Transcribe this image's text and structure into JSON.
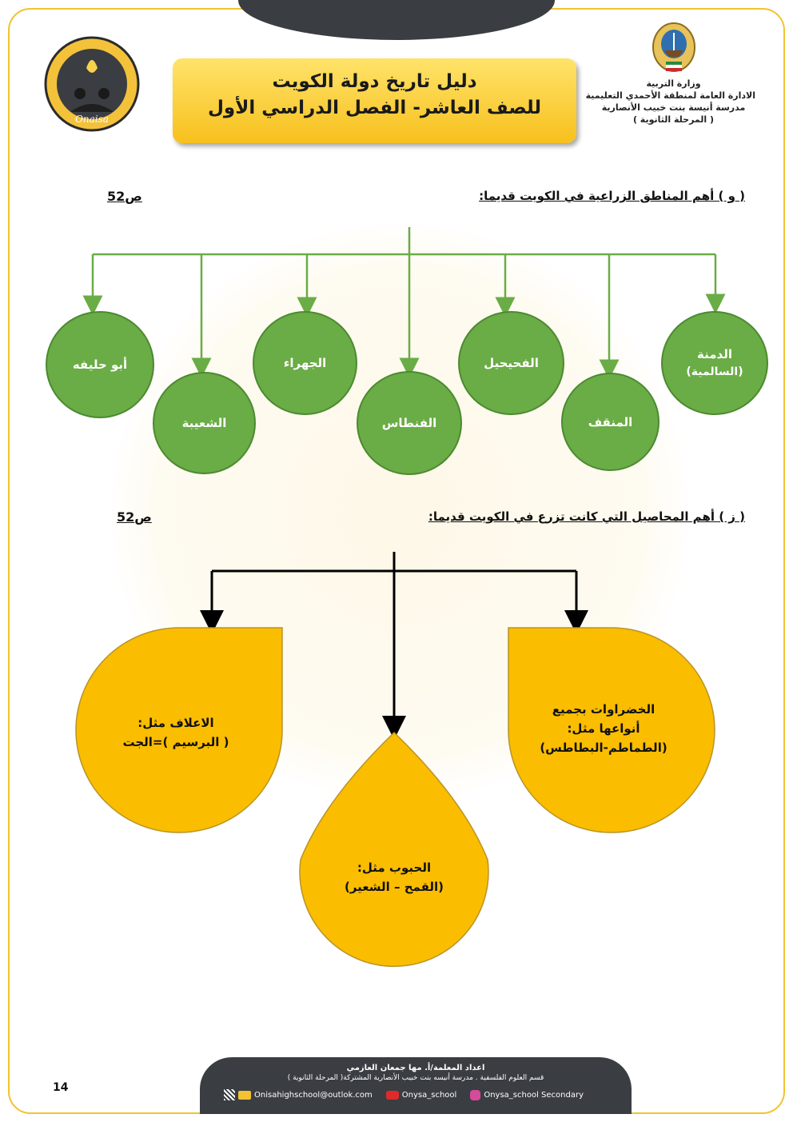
{
  "header": {
    "title_line1": "دليل تاريخ دولة الكويت",
    "title_line2": "للصف العاشر- الفصل الدراسي الأول",
    "school_logo_text": "Onaisa",
    "ministry_lines": [
      "وزارة التربية",
      "الادارة العامة لمنطقة الأحمدي التعليمية",
      "مدرسة أنيسة بنت خبيب الأنصارية",
      "( المرحلة الثانوية )"
    ]
  },
  "section_w": {
    "heading": "( و ) أهم المناطق الزراعية في الكويت قديما:",
    "page_ref": "ص52",
    "regions": [
      {
        "line1": "الدمنة",
        "line2": "(السالمية)"
      },
      {
        "line1": "المنقف",
        "line2": ""
      },
      {
        "line1": "الفحيحيل",
        "line2": ""
      },
      {
        "line1": "الفنطاس",
        "line2": ""
      },
      {
        "line1": "الجهراء",
        "line2": ""
      },
      {
        "line1": "الشعيبة",
        "line2": ""
      },
      {
        "line1": "أبو حليفه",
        "line2": ""
      }
    ],
    "colors": {
      "circle": "#6aac46",
      "line": "#6aac46"
    }
  },
  "section_z": {
    "heading": "( ز ) أهم المحاصيل التي كانت تزرع في الكويت قديما:",
    "page_ref": "ص52",
    "crops": [
      {
        "lines": [
          "الخضراوات بجميع",
          "أنواعها مثل:",
          "(الطماطم-البطاطس)"
        ]
      },
      {
        "lines": [
          "الحبوب مثل:",
          "(القمح – الشعير)"
        ]
      },
      {
        "lines": [
          "الاعلاف مثل:",
          "( البرسيم )=الجت"
        ]
      }
    ],
    "colors": {
      "drop": "#fbbd00",
      "arrow": "#000000"
    }
  },
  "footer": {
    "prepared_by": "اعداد المعلمة/أ. مها جمعان العازمي",
    "department": "قسم العلوم الفلسفية . مدرسة أنيسه بنت خبيب الأنصارية المشتركة( المرحلة الثانوية )",
    "email": "Onisahighschool@outlok.com",
    "youtube": "Onysa_school",
    "instagram": "Onysa_school Secondary",
    "page_number": "14"
  }
}
